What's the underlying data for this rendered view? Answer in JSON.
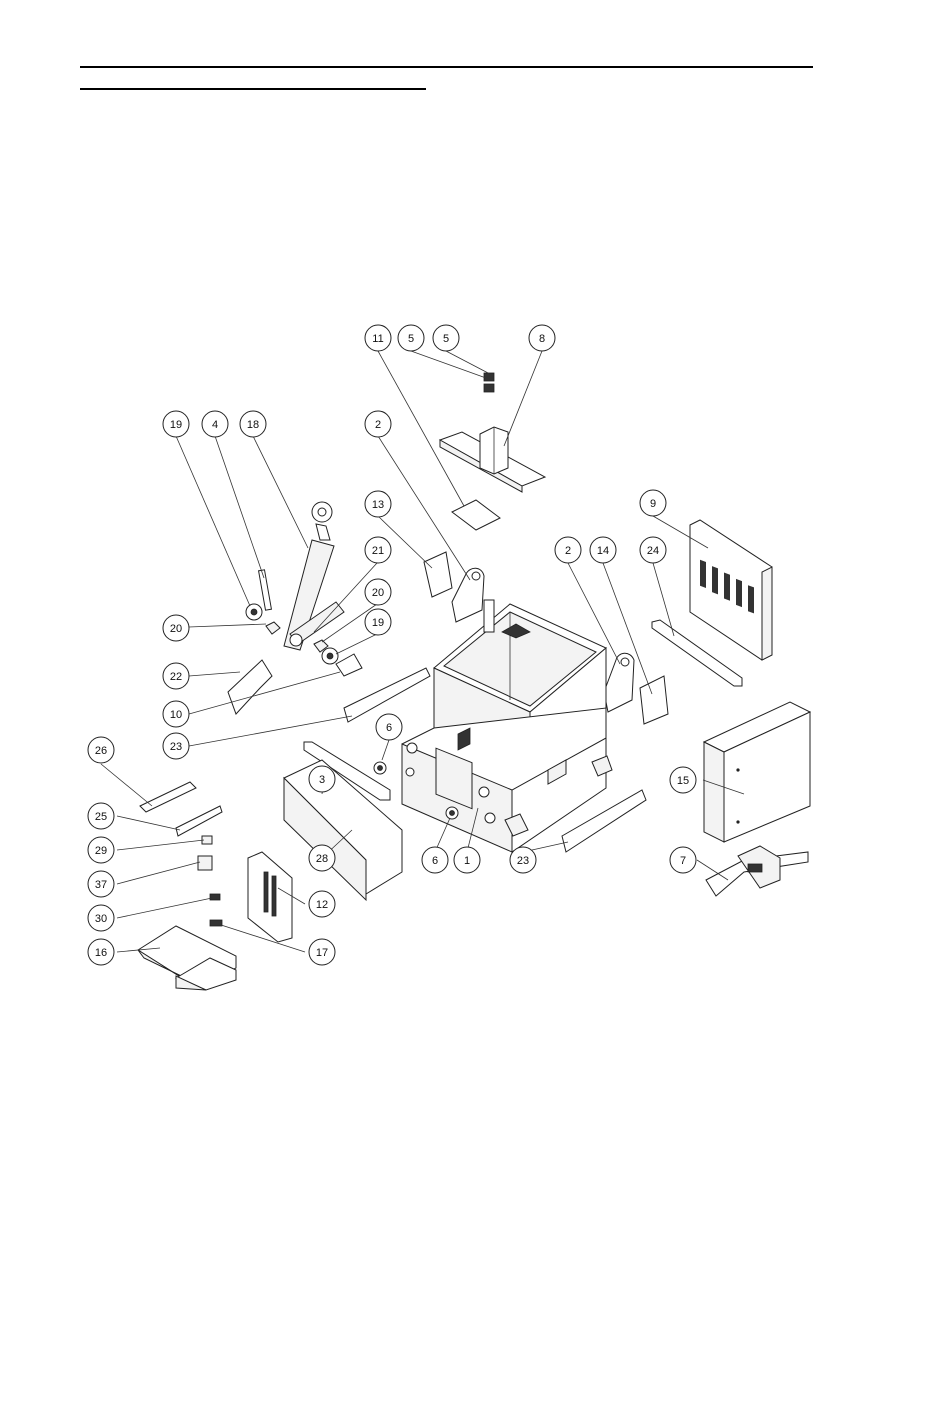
{
  "labels": [
    "11",
    "5",
    "5",
    "8",
    "19",
    "4",
    "18",
    "2",
    "13",
    "21",
    "20",
    "19",
    "20",
    "22",
    "10",
    "23",
    "2",
    "14",
    "24",
    "9",
    "6",
    "3",
    "26",
    "25",
    "29",
    "37",
    "30",
    "16",
    "28",
    "12",
    "17",
    "6",
    "1",
    "23",
    "15",
    "7"
  ],
  "icons": {
    "callout": "circle-callout-icon"
  }
}
